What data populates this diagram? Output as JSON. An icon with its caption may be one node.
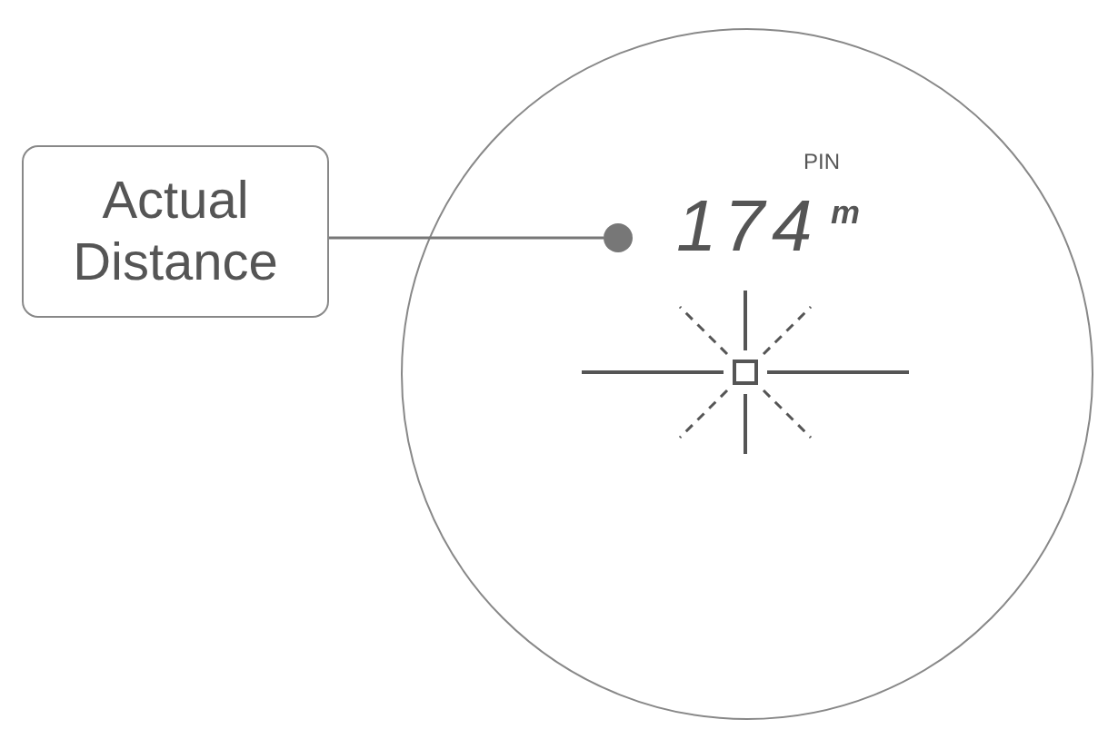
{
  "diagram": {
    "nodes": [
      {
        "text": [
          "Actual Distance"
        ]
      },
      {
        "text": [
          "PIN",
          "174",
          "m"
        ]
      },
      {
        "text": [],
        "shape": "circle",
        "in": 1
      }
    ],
    "edges": [
      {
        "from": 0,
        "to": 2,
        "arrow": "none"
      }
    ]
  }
}
